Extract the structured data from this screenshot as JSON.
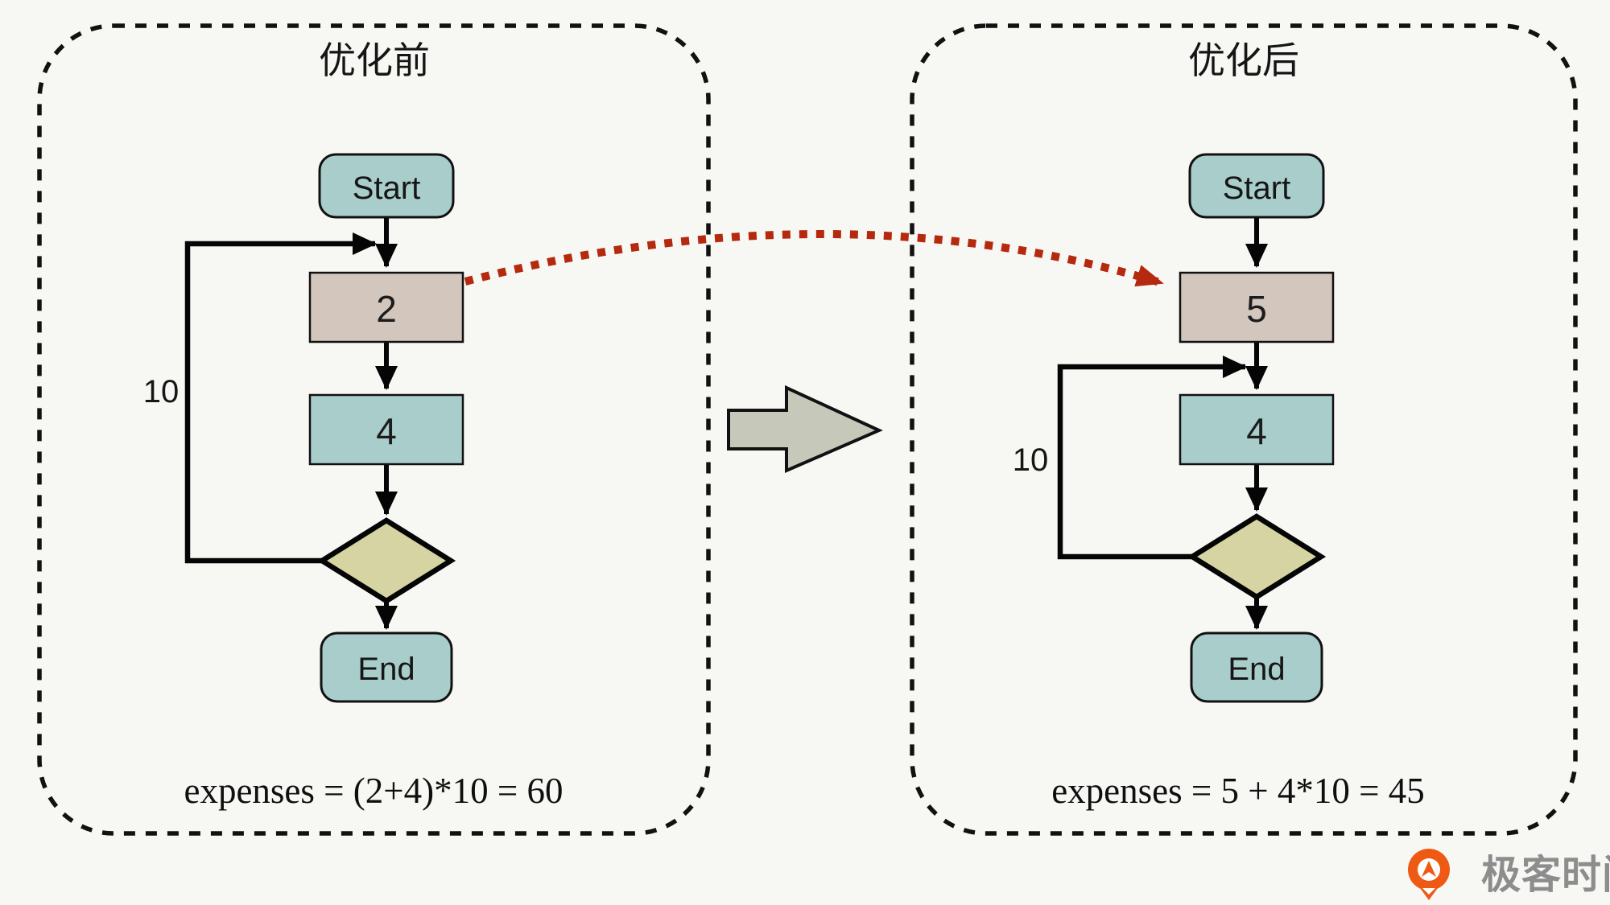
{
  "colors": {
    "background": "#f7f7f4",
    "node_teal": "#a8cdca",
    "node_tan": "#d2c6bd",
    "node_olive": "#d6d4a2",
    "block_arrow_gray": "#c6c8ba",
    "flow_line_black": "#050505",
    "red_arrow": "#b5290f",
    "logo_orange": "#ee5a13",
    "logo_text_gray": "#8d8d8d"
  },
  "panels": [
    {
      "title": "优化前",
      "start_label": "Start",
      "outer_cost_label": "2",
      "inner_cost_label": "4",
      "end_label": "End",
      "loop_count": "10",
      "formula": "expenses = (2+4)*10 = 60"
    },
    {
      "title": "优化后",
      "start_label": "Start",
      "outer_cost_label": "5",
      "inner_cost_label": "4",
      "end_label": "End",
      "loop_count": "10",
      "formula": "expenses = 5 + 4*10 = 45"
    }
  ],
  "logo": {
    "brand": "极客时间"
  }
}
